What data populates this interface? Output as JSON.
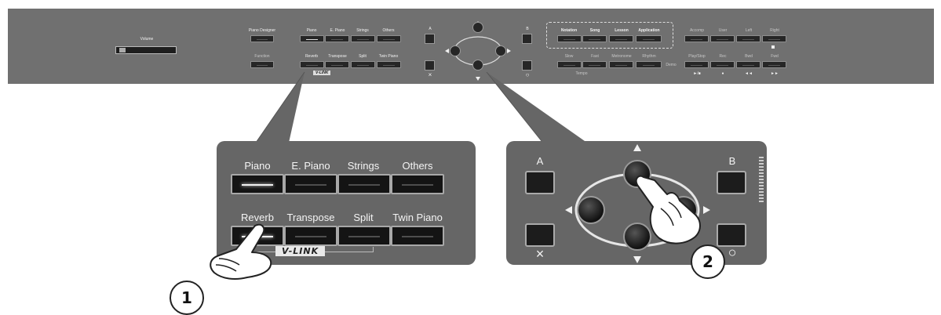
{
  "panel": {
    "volume_label": "Volume",
    "piano_designer": "Piano Designer",
    "function": "Function",
    "tone_row1": [
      "Piano",
      "E. Piano",
      "Strings",
      "Others"
    ],
    "tone_row2": [
      "Reverb",
      "Transpose",
      "Split",
      "Twin Piano"
    ],
    "vlink": "V-LINK",
    "a_label": "A",
    "b_label": "B",
    "x_label": "×",
    "o_label": "○",
    "mode_buttons": [
      "Notation",
      "Song",
      "Lesson",
      "Application"
    ],
    "slow_fast_row": [
      "Slow",
      "Fast",
      "Metronome",
      "Rhythm"
    ],
    "tempo_label": "Tempo",
    "demo_label": "Demo",
    "track_labels": [
      "Accomp",
      "User",
      "Left",
      "Right"
    ],
    "transport_labels": [
      "Play/Stop",
      "Rec",
      "Bwd",
      "Fwd"
    ],
    "transport_symbols": [
      "►/■",
      "●",
      "◄◄",
      "►►"
    ]
  },
  "zoom_left": {
    "row1": [
      "Piano",
      "E. Piano",
      "Strings",
      "Others"
    ],
    "row2": [
      "Reverb",
      "Transpose",
      "Split",
      "Twin Piano"
    ],
    "vlink": "V-LINK"
  },
  "zoom_right": {
    "a_label": "A",
    "b_label": "B",
    "x_label": "×",
    "o_label": "○"
  },
  "callouts": [
    "1",
    "2"
  ]
}
